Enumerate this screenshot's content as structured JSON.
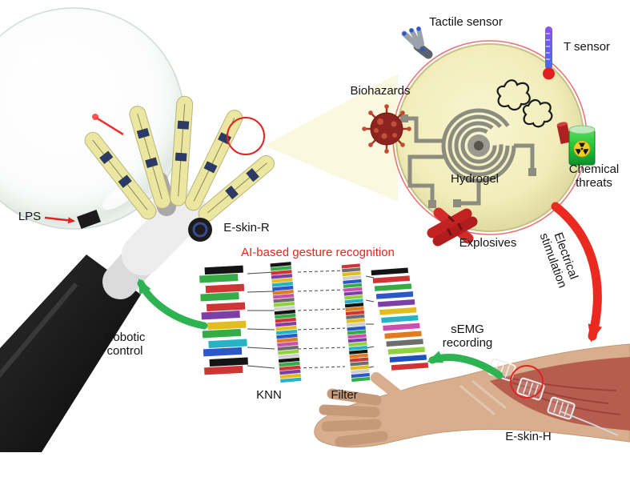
{
  "figure": {
    "labels": {
      "lps": "LPS",
      "eskin_r": "E-skin-R",
      "tactile_sensor": "Tactile sensor",
      "t_sensor": "T sensor",
      "biohazards": "Biohazards",
      "hydrogel": "Hydrogel",
      "chemical_threats": "Chemical threats",
      "explosives": "Explosives",
      "electrical_stimulation": "Electrical stimulation",
      "semg_recording": "sEMG recording",
      "robotic_control": "Robotic control",
      "eskin_h": "E-skin-H",
      "ai_title": "AI-based gesture recognition",
      "knn": "KNN",
      "filter": "Filter"
    },
    "colors": {
      "annotation_red": "#e02424",
      "arrow_red": "#ea2a20",
      "arrow_green": "#2eb353",
      "title_red": "#e8251f",
      "hydrogel_fill": "#f2efbe",
      "finger_fill": "#ebe7a0",
      "muscle_red": "#b2564a",
      "skin": "#d8ae8e"
    },
    "network": {
      "input_groups": [
        [
          "#141414",
          "#35ac46"
        ],
        [
          "#d03434",
          "#35ac46"
        ],
        [
          "#d03434",
          "#7c3fa8"
        ],
        [
          "#e3bd1d",
          "#35ac46"
        ],
        [
          "#27b3c4",
          "#2a57c9"
        ],
        [
          "#141414",
          "#d03434"
        ]
      ],
      "stripe_palette": [
        "#141414",
        "#35ac46",
        "#d03434",
        "#7c3fa8",
        "#e3bd1d",
        "#27b3c4",
        "#2a57c9",
        "#e07b1f",
        "#c94fb0",
        "#6d6d6d",
        "#8fd23c",
        "#d0d0d0"
      ],
      "output_palette": [
        "#141414",
        "#d03434",
        "#35ac46",
        "#2a57c9",
        "#7c3fa8",
        "#e3bd1d",
        "#27b3c4",
        "#c94fb0",
        "#e07b1f",
        "#6d6d6d",
        "#8fd23c",
        "#1f4fc0",
        "#d03434"
      ]
    }
  }
}
